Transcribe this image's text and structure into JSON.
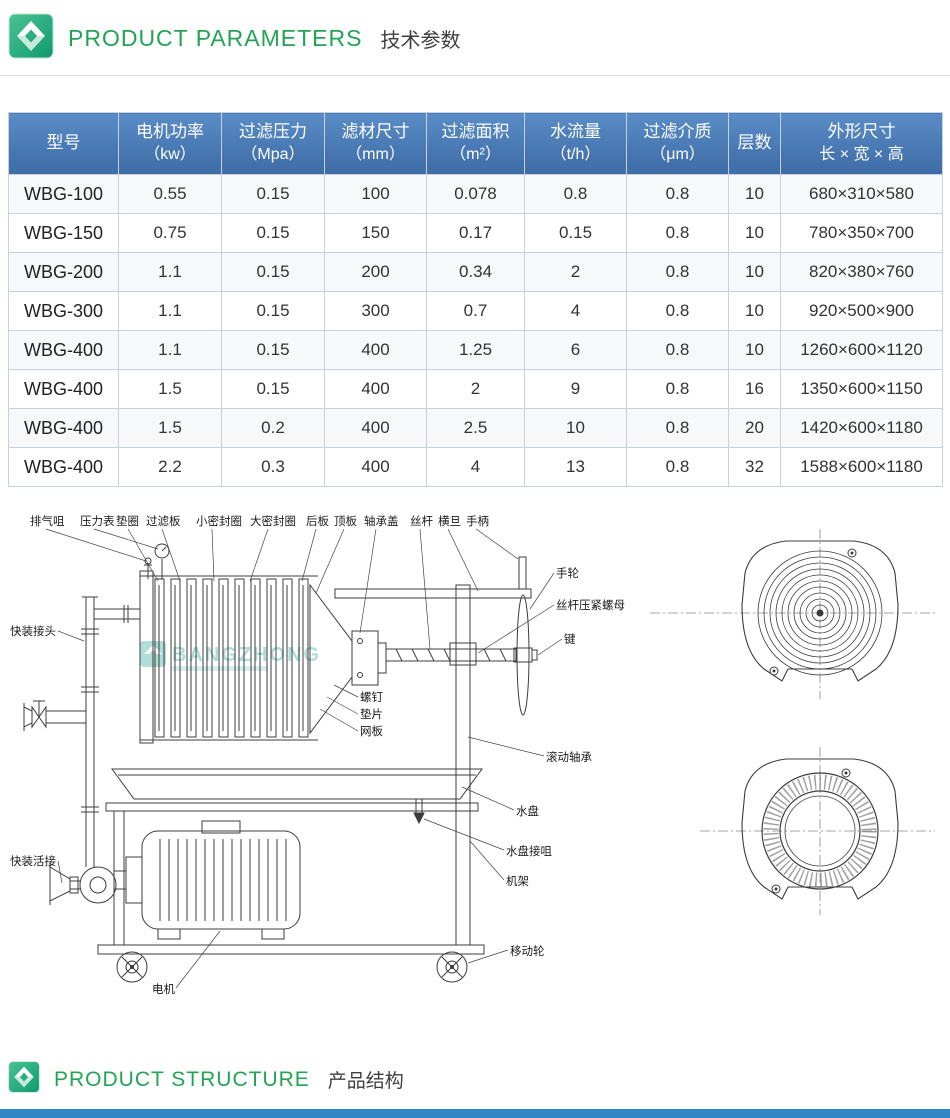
{
  "sections": {
    "parameters": {
      "title_en": "PRODUCT PARAMETERS",
      "title_zh": "技术参数"
    },
    "structure": {
      "title_en": "PRODUCT STRUCTURE",
      "title_zh": "产品结构"
    }
  },
  "colors": {
    "accent-green": "#23a455",
    "tbl-blue-top": "#5a8cc6",
    "tbl-blue-bot": "#3d6ba6",
    "bottom-bar": "#2f86c5",
    "logo-teal": "#1aa573",
    "watermark-teal": "#45b3a0"
  },
  "table": {
    "columns": [
      {
        "line1": "型号",
        "line2": ""
      },
      {
        "line1": "电机功率",
        "line2": "（kw）"
      },
      {
        "line1": "过滤压力",
        "line2": "（Mpa）"
      },
      {
        "line1": "滤材尺寸",
        "line2": "（mm）"
      },
      {
        "line1": "过滤面积",
        "line2": "（m²）"
      },
      {
        "line1": "水流量",
        "line2": "（t/h）"
      },
      {
        "line1": "过滤介质",
        "line2": "（μm）"
      },
      {
        "line1": "层数",
        "line2": ""
      },
      {
        "line1": "外形尺寸",
        "line2": "长 × 宽 × 高"
      }
    ],
    "rows": [
      [
        "WBG-100",
        "0.55",
        "0.15",
        "100",
        "0.078",
        "0.8",
        "0.8",
        "10",
        "680×310×580"
      ],
      [
        "WBG-150",
        "0.75",
        "0.15",
        "150",
        "0.17",
        "0.15",
        "0.8",
        "10",
        "780×350×700"
      ],
      [
        "WBG-200",
        "1.1",
        "0.15",
        "200",
        "0.34",
        "2",
        "0.8",
        "10",
        "820×380×760"
      ],
      [
        "WBG-300",
        "1.1",
        "0.15",
        "300",
        "0.7",
        "4",
        "0.8",
        "10",
        "920×500×900"
      ],
      [
        "WBG-400",
        "1.1",
        "0.15",
        "400",
        "1.25",
        "6",
        "0.8",
        "10",
        "1260×600×1120"
      ],
      [
        "WBG-400",
        "1.5",
        "0.15",
        "400",
        "2",
        "9",
        "0.8",
        "16",
        "1350×600×1150"
      ],
      [
        "WBG-400",
        "1.5",
        "0.2",
        "400",
        "2.5",
        "10",
        "0.8",
        "20",
        "1420×600×1180"
      ],
      [
        "WBG-400",
        "2.2",
        "0.3",
        "400",
        "4",
        "13",
        "0.8",
        "32",
        "1588×600×1180"
      ]
    ]
  },
  "diagram": {
    "labels": {
      "paiqizui": "排气咀",
      "yalibiao": "压力表",
      "dianquan": "垫圈",
      "guolvban": "过滤板",
      "xiaomifengquan": "小密封圈",
      "damifengquan": "大密封圈",
      "houban": "后板",
      "dingban": "顶板",
      "zhouchenggai": "轴承盖",
      "sigan": "丝杆",
      "hengdan": "横旦",
      "shoubing": "手柄",
      "shoulun": "手轮",
      "siganyajinluomu": "丝杆压紧螺母",
      "jian": "键",
      "gundongzhoucheng": "滚动轴承",
      "shuipan": "水盘",
      "shuipanjiezui": "水盘接咀",
      "jijia": "机架",
      "yidonglun": "移动轮",
      "kuaizhuangjietou": "快装接头",
      "kuaizhuanghuojie": "快装活接",
      "luoding": "螺钉",
      "dianpian": "垫片",
      "wangban": "网板",
      "dianji": "电机"
    },
    "watermark": {
      "text": "BANGZHONG"
    }
  }
}
